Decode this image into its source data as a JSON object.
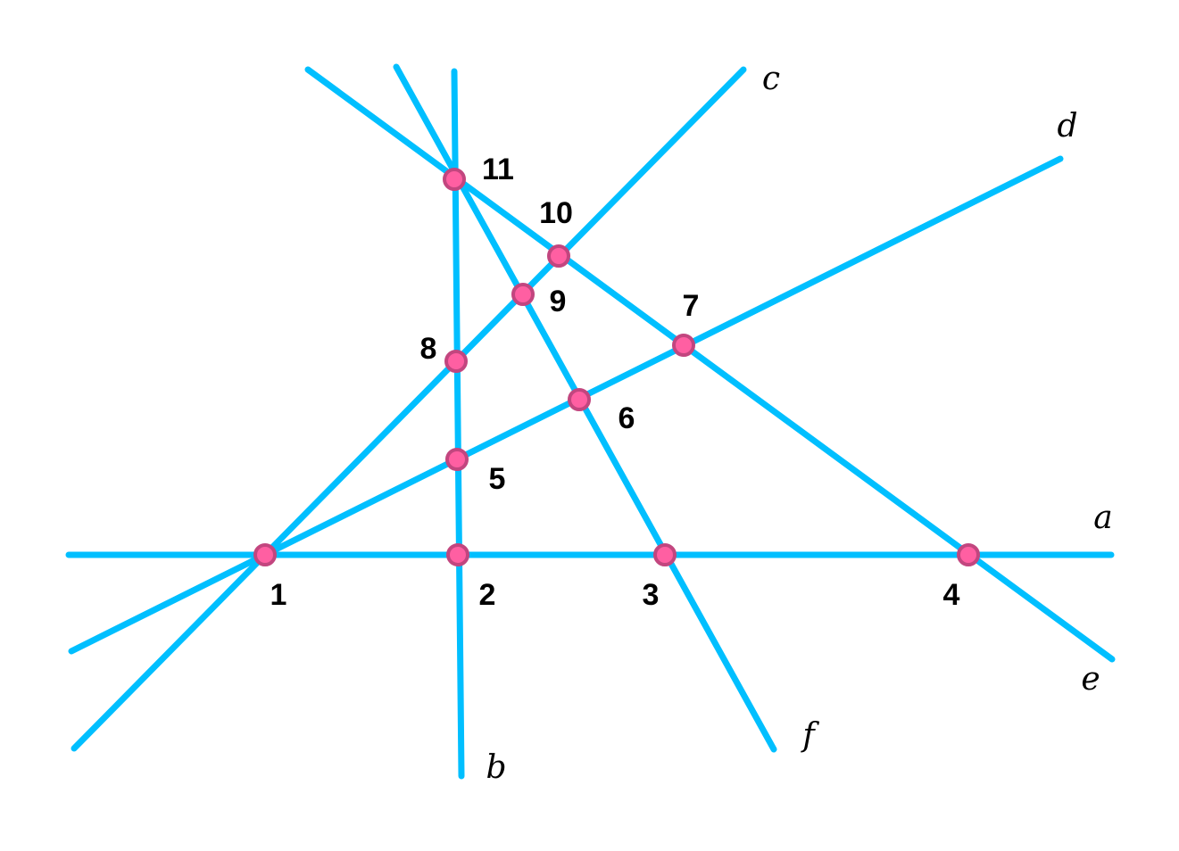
{
  "title": "Six lines and their eleven intersection points",
  "colors": {
    "line": "#00BFFF",
    "point_fill": "#FF5FA2",
    "point_stroke": "#C2467F",
    "text": "#000000"
  },
  "lines": [
    {
      "name": "a"
    },
    {
      "name": "b"
    },
    {
      "name": "c"
    },
    {
      "name": "d"
    },
    {
      "name": "e"
    },
    {
      "name": "f"
    }
  ],
  "points": [
    {
      "label": "1"
    },
    {
      "label": "2"
    },
    {
      "label": "3"
    },
    {
      "label": "4"
    },
    {
      "label": "5"
    },
    {
      "label": "6"
    },
    {
      "label": "7"
    },
    {
      "label": "8"
    },
    {
      "label": "9"
    },
    {
      "label": "10"
    },
    {
      "label": "11"
    }
  ]
}
